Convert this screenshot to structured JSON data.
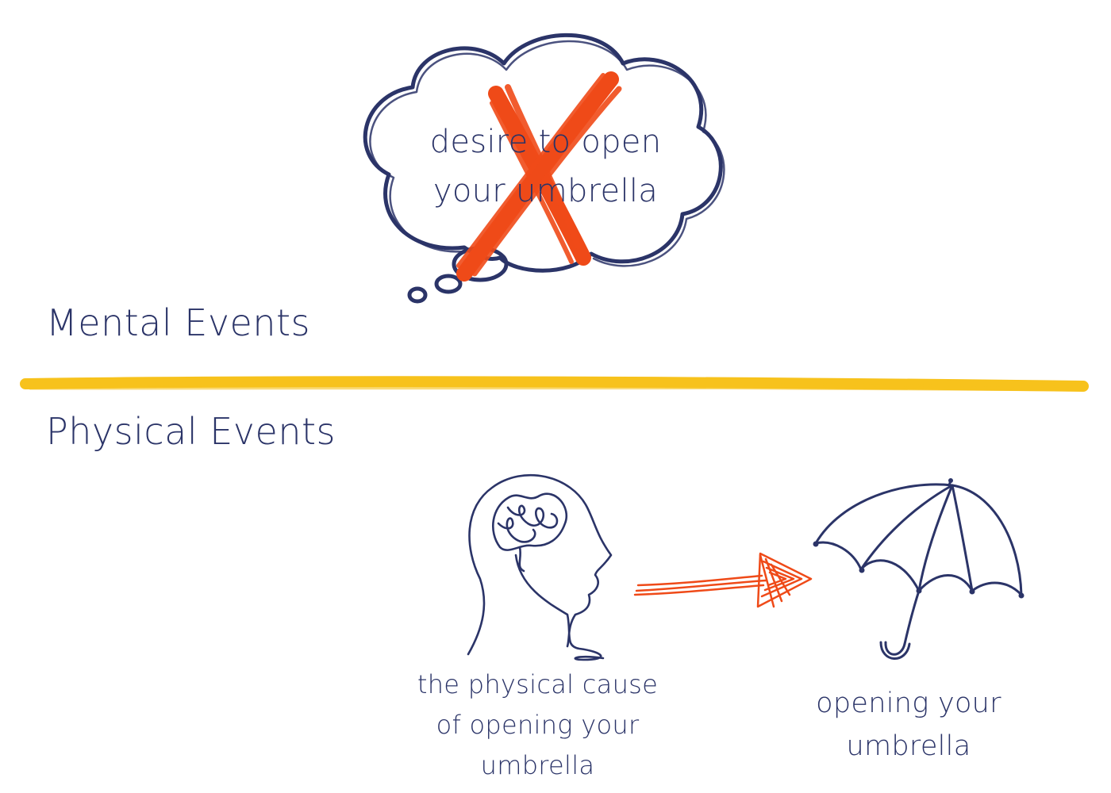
{
  "zones": {
    "mental_label": "Mental Events",
    "physical_label": "Physical Events"
  },
  "thought_bubble": {
    "lines": [
      "desire to open",
      "your umbrella"
    ],
    "crossed_out": true,
    "icon": "thought-cloud-icon"
  },
  "brain_node": {
    "icon": "head-with-brain-icon",
    "caption_lines": [
      "the physical cause",
      "of opening your",
      "umbrella"
    ]
  },
  "umbrella_node": {
    "icon": "umbrella-icon",
    "caption_lines": [
      "opening your",
      "umbrella"
    ]
  },
  "colors": {
    "ink": "#2b3468",
    "cross": "#ef4a18",
    "divider": "#f7c21c",
    "arrow": "#ef4a18",
    "background": "#ffffff"
  }
}
